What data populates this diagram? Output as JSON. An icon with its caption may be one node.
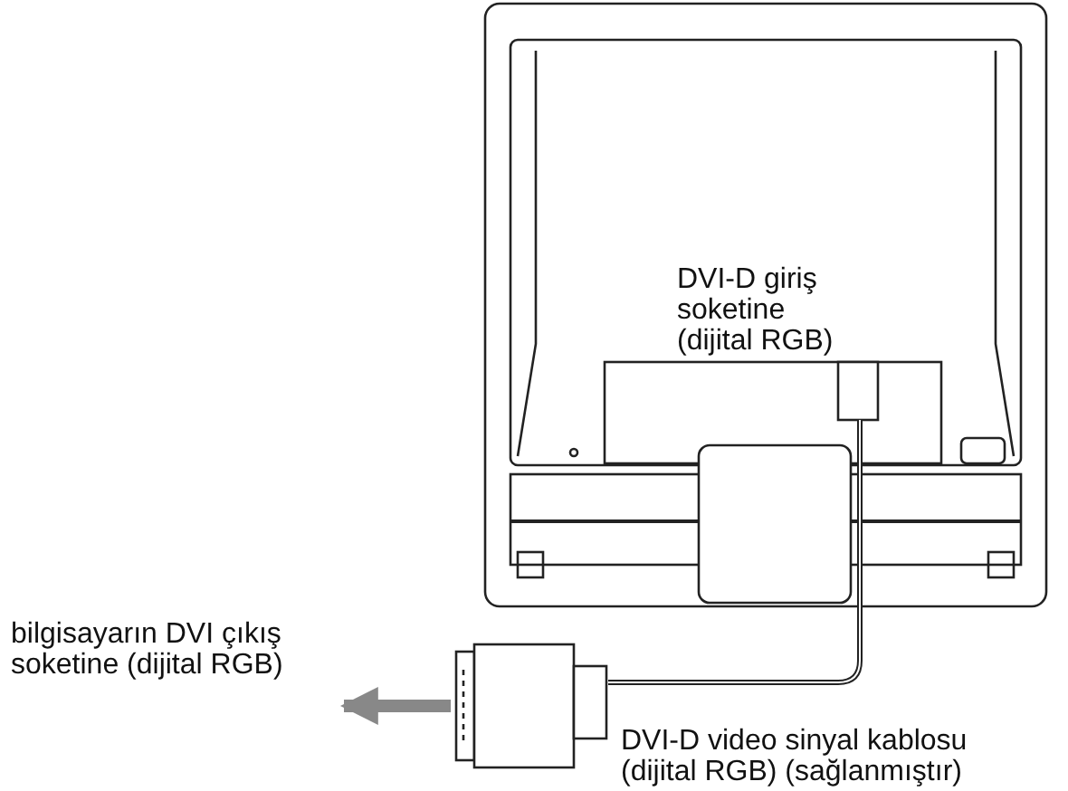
{
  "diagram": {
    "nodes": [
      {
        "text": [
          "bilgisayarın DVI çıkış soketine (dijital RGB)"
        ]
      },
      {
        "text": [],
        "shape": "box"
      }
    ],
    "edges": [
      {
        "from": 1,
        "to": 0,
        "arrow": "to"
      }
    ],
    "labels": [
      "DVI-D giriş soketine (dijital RGB)",
      "DVI-D video sinyal kablosu (dijital RGB) (sağlanmıştır)"
    ]
  }
}
